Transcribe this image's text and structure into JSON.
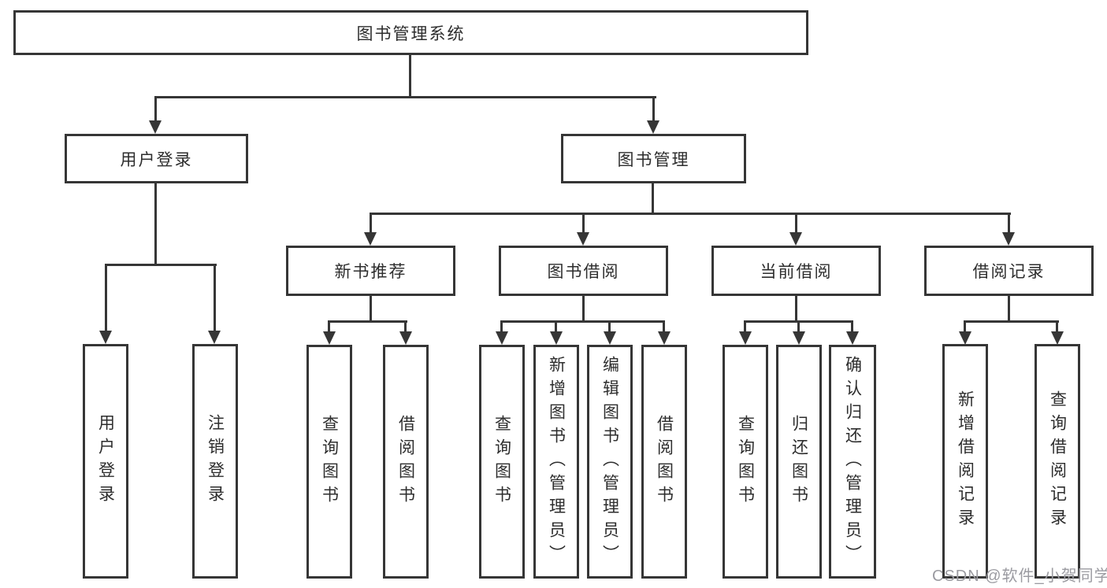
{
  "diagram_title": "图书管理系统",
  "nodes": {
    "root": "图书管理系统",
    "level2": {
      "user_login": "用户登录",
      "book_management": "图书管理"
    },
    "level3": {
      "new_book_recommend": "新书推荐",
      "book_borrow": "图书借阅",
      "current_borrow": "当前借阅",
      "borrow_record": "借阅记录"
    },
    "level4": {
      "user_login_leaf": "用户登录",
      "logout": "注销登录",
      "query_book_recommend": "查询图书",
      "borrow_book_recommend": "借阅图书",
      "query_book_borrow": "查询图书",
      "add_book_admin": "新增图书（管理员）",
      "edit_book_admin": "编辑图书（管理员）",
      "borrow_book_leaf": "借阅图书",
      "query_book_current": "查询图书",
      "return_book": "归还图书",
      "confirm_return_admin": "确认归还（管理员）",
      "add_borrow_record": "新增借阅记录",
      "query_borrow_record": "查询借阅记录"
    }
  },
  "watermark": {
    "text": "CSDN @软件_小贺同学",
    "color": "#9b9ba1"
  },
  "colors": {
    "line": "#363636",
    "text": "#2d2d2d",
    "background": "#ffffff"
  }
}
